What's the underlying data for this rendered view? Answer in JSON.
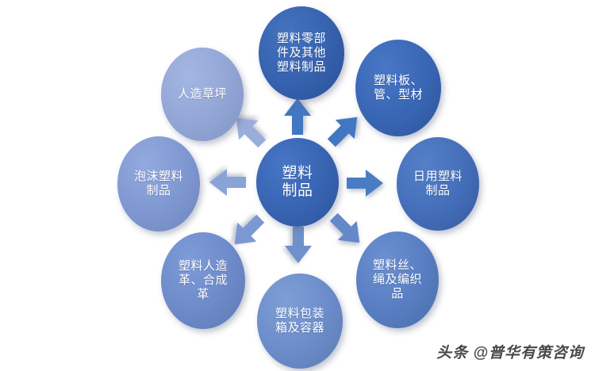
{
  "diagram": {
    "type": "hub-and-spoke",
    "center": {
      "id": "center-plastic-products",
      "label": "塑料\n制品",
      "color": "#3763b0"
    },
    "nodes": [
      {
        "id": "plastic-parts-and-other",
        "position": "top",
        "label": "塑料零部\n件及其他\n塑料制品",
        "color": "#3763b0"
      },
      {
        "id": "plastic-sheets-pipes-profiles",
        "position": "top-right",
        "label": "塑料板、\n管、型材",
        "color": "#3a68b6"
      },
      {
        "id": "daily-use-plastic-products",
        "position": "right",
        "label": "日用塑料\n制品",
        "color": "#4670bb"
      },
      {
        "id": "plastic-filament-rope-woven",
        "position": "bottom-right",
        "label": "塑料丝、\n绳及编织\n品",
        "color": "#5a80c4"
      },
      {
        "id": "plastic-packaging-boxes-containers",
        "position": "bottom",
        "label": "塑料包装\n箱及容器",
        "color": "#6d8ecb"
      },
      {
        "id": "plastic-artificial-synthetic-leather",
        "position": "bottom-left",
        "label": "塑料人造\n革、合成\n革",
        "color": "#6f8ccb"
      },
      {
        "id": "foamed-plastic-products",
        "position": "left",
        "label": "泡沫塑料\n制品",
        "color": "#8199d2"
      },
      {
        "id": "artificial-turf",
        "position": "top-left",
        "label": "人造草坪",
        "color": "#94a7d7"
      }
    ],
    "arrows": [
      {
        "id": "arrow-top",
        "direction": "up",
        "color": "#4176c2"
      },
      {
        "id": "arrow-top-right",
        "direction": "up-right",
        "color": "#4176c2"
      },
      {
        "id": "arrow-right",
        "direction": "right",
        "color": "#4a7cc4"
      },
      {
        "id": "arrow-bottom-right",
        "direction": "down-right",
        "color": "#6489c9"
      },
      {
        "id": "arrow-bottom",
        "direction": "down",
        "color": "#6f90cc"
      },
      {
        "id": "arrow-bottom-left",
        "direction": "down-left",
        "color": "#7b98d2"
      },
      {
        "id": "arrow-left",
        "direction": "left",
        "color": "#8aa3d6"
      },
      {
        "id": "arrow-top-left",
        "direction": "up-left",
        "color": "#9aadda"
      }
    ]
  },
  "watermark": {
    "text": "头条 @普华有策咨询"
  }
}
